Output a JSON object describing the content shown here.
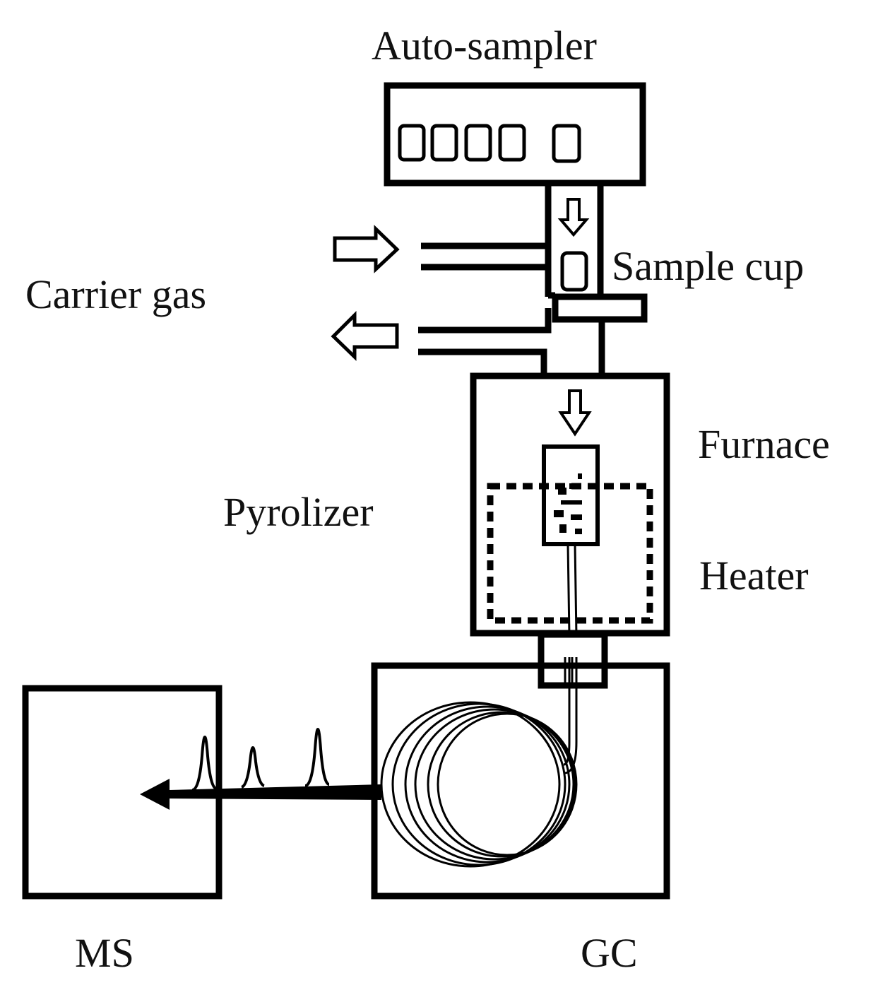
{
  "labels": {
    "auto_sampler": "Auto-sampler",
    "sample_cup": "Sample cup",
    "carrier_gas": "Carrier gas",
    "furnace": "Furnace",
    "pyrolizer": "Pyrolizer",
    "heater": "Heater",
    "ms": "MS",
    "gc": "GC"
  },
  "colors": {
    "line": "#000000",
    "background": "#ffffff"
  }
}
